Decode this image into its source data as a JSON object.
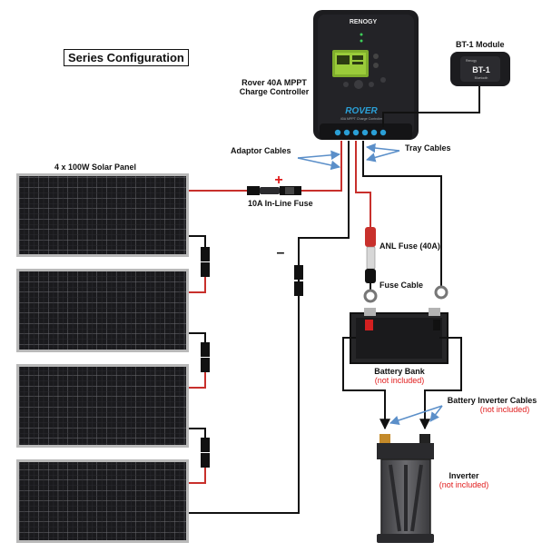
{
  "title": "Series Configuration",
  "labels": {
    "solar_panels": "4 x 100W Solar Panel",
    "controller_line1": "Rover 40A MPPT",
    "controller_line2": "Charge Controller",
    "bt_module": "BT-1 Module",
    "adaptor_cables": "Adaptor Cables",
    "tray_cables": "Tray Cables",
    "inline_fuse": "10A In-Line Fuse",
    "anl_fuse": "ANL Fuse (40A)",
    "fuse_cable": "Fuse Cable",
    "battery_bank": "Battery Bank",
    "battery_bank_note": "(not included)",
    "battery_inverter_cables": "Battery Inverter Cables",
    "battery_inverter_note": "(not included)",
    "inverter": "Inverter",
    "inverter_note": "(not included)",
    "plus": "+",
    "minus": "–"
  },
  "device_text": {
    "controller_brand": "RENOGY",
    "controller_name": "ROVER",
    "controller_sub": "40A MPPT Charge Controller",
    "bt_name": "BT-1",
    "bt_brand": "Renogy",
    "bt_sub": "Bluetooth"
  },
  "colors": {
    "positive_wire": "#c8302c",
    "negative_wire": "#111111",
    "annotation_arrow": "#5b8fc9",
    "note_text": "#e01b1b",
    "panel_cell": "#1a1a1d",
    "panel_frame": "#b9b9b9",
    "controller_body": "#1c1c1f",
    "accent_blue": "#2a9fd6"
  },
  "icons": [
    "solar-panel-icon",
    "charge-controller-icon",
    "bluetooth-module-icon",
    "battery-icon",
    "inverter-icon",
    "fuse-icon"
  ]
}
